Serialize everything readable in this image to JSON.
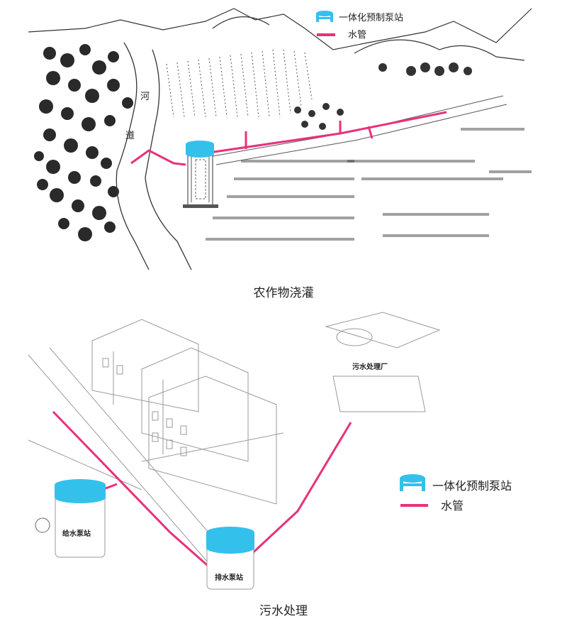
{
  "colors": {
    "station": "#33c1ec",
    "pipe": "#e8317a",
    "ink": "#222222",
    "sketch": "#9a9a9a"
  },
  "irrigation": {
    "legend": {
      "station_label": "一体化预制泵站",
      "pipe_label": "水管"
    },
    "river_char_1": "河",
    "river_char_2": "道",
    "caption": "农作物浇灌"
  },
  "sewage": {
    "legend": {
      "station_label": "一体化预制泵站",
      "pipe_label": "水管"
    },
    "plant_label": "污水处理厂",
    "supply_station_label": "给水泵站",
    "drain_station_label": "排水泵站",
    "caption": "污水处理"
  }
}
